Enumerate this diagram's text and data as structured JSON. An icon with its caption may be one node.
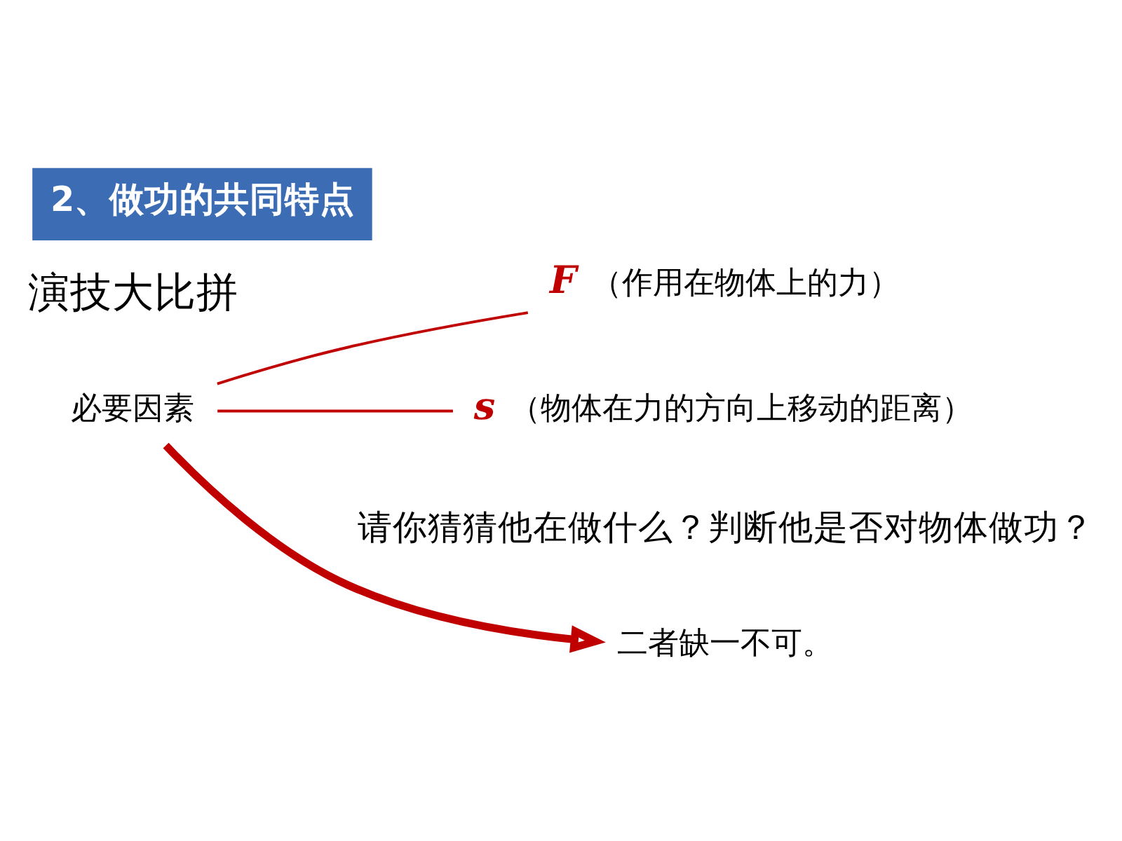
{
  "diagram": {
    "title": "2、做功的共同特点",
    "nodes": [
      {
        "text": [
          "必要因素"
        ]
      },
      {
        "text": [
          "F"
        ],
        "beside": [
          "（作用在物体上的力）"
        ]
      },
      {
        "text": [
          "s"
        ],
        "beside": [
          "（物体在力的方向上移动的距离）"
        ]
      },
      {
        "text": [
          "二者缺一不可。"
        ]
      }
    ],
    "edges": [
      {
        "from": 0,
        "to": 1,
        "arrow": "none"
      },
      {
        "from": 0,
        "to": 2,
        "arrow": "none"
      },
      {
        "from": 0,
        "to": 3,
        "arrow": "to",
        "style": "thick"
      }
    ],
    "labels": [
      "演技大比拼",
      "请你猜猜他在做什么？判断他是否对物体做功？"
    ]
  }
}
